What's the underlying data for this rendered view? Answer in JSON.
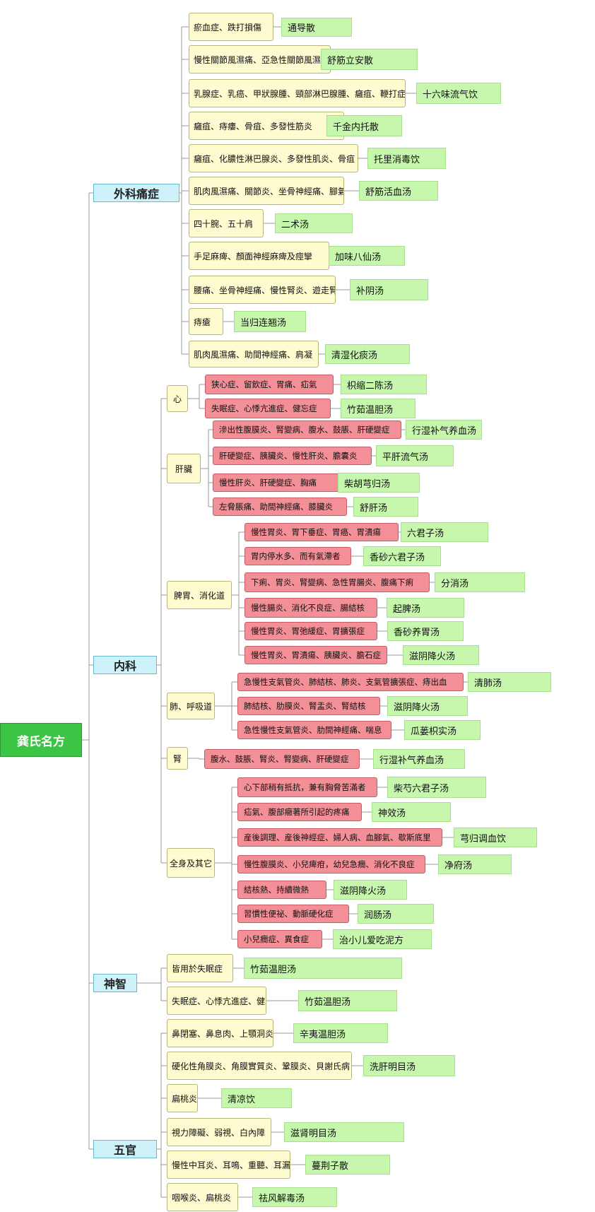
{
  "root": "龚氏名方",
  "categories": [
    {
      "label": "外科痛症",
      "items": [
        {
          "symptom": "瘀血症、跌打損傷",
          "remedy": "通导散"
        },
        {
          "symptom": "慢性關節風濕痛、亞急性關節風濕痛",
          "remedy": "舒筋立安散"
        },
        {
          "symptom": "乳腺症、乳癌、甲狀腺腫、頸部淋巴腺腫、癰疽、鞭打症",
          "remedy": "十六味流气饮"
        },
        {
          "symptom": "癰疽、痔瘻、骨疽、多發性筋炎",
          "remedy": "千金内托散"
        },
        {
          "symptom": "癰疽、化膿性淋巴腺炎、多發性肌炎、骨疽",
          "remedy": "托里消毒饮"
        },
        {
          "symptom": "肌肉風濕痛、關節炎、坐骨神經痛、腳氣",
          "remedy": "舒筋活血汤"
        },
        {
          "symptom": "四十腕、五十肩",
          "remedy": "二术汤"
        },
        {
          "symptom": "手足麻痺、顏面神經麻痺及痙攣",
          "remedy": "加味八仙汤"
        },
        {
          "symptom": "腰痛、坐骨神經痛、慢性腎炎、遊走腎",
          "remedy": "补阴汤"
        },
        {
          "symptom": "痔瘡",
          "remedy": "当归连翘汤"
        },
        {
          "symptom": "肌肉風濕痛、助間神經痛、肩凝",
          "remedy": "清湿化痰汤"
        }
      ]
    },
    {
      "label": "内科",
      "groups": [
        {
          "label": "心",
          "items": [
            {
              "symptom": "狭心症、留飲症、胃痛、疝氣",
              "remedy": "枳缩二陈汤"
            },
            {
              "symptom": "失眠症、心悸亢進症、健忘症",
              "remedy": "竹茹温胆汤"
            }
          ]
        },
        {
          "label": "肝臟",
          "items": [
            {
              "symptom": "滲出性腹膜炎、腎變病、腹水、鼓脹、肝硬變症",
              "remedy": "行湿补气养血汤"
            },
            {
              "symptom": "肝硬變症、胰臟炎、慢性肝炎、膽囊炎",
              "remedy": "平肝流气汤"
            },
            {
              "symptom": "慢性肝炎、肝硬變症、胸痛",
              "remedy": "柴胡芎归汤"
            },
            {
              "symptom": "左脅脹痛、助間神經痛、膝臟炎",
              "remedy": "舒肝汤"
            }
          ]
        },
        {
          "label": "脾胃、消化道",
          "items": [
            {
              "symptom": "慢性胃炎、胃下垂症、胃癌、胃潰瘍",
              "remedy": "六君子汤"
            },
            {
              "symptom": "胃内停水多、而有氣滯者",
              "remedy": "香砂六君子汤"
            },
            {
              "symptom": "下痢、胃炎、腎變病、急性胃腸炎、腹痛下痢",
              "remedy": "分消汤"
            },
            {
              "symptom": "慢性腸炎、消化不良症、腸結核",
              "remedy": "起脾汤"
            },
            {
              "symptom": "慢性胃炎、胃弛緩症、胃擴張症",
              "remedy": "香砂养胃汤"
            },
            {
              "symptom": "慢性胃炎、胃潰瘍、胰臟炎、膽石症",
              "remedy": "滋阴降火汤"
            }
          ]
        },
        {
          "label": "肺、呼吸道",
          "items": [
            {
              "symptom": "急慢性支氣管炎、肺結核、肺炎、支氣管擴張症、痔出血",
              "remedy": "清肺汤"
            },
            {
              "symptom": "肺結核、肋膜炎、腎盂炎、腎結核",
              "remedy": "滋阴降火汤"
            },
            {
              "symptom": "急性慢性支氣管炎、肋間神經痛、喘息",
              "remedy": "瓜蒌枳实汤"
            }
          ]
        },
        {
          "label": "腎",
          "items": [
            {
              "symptom": "腹水、鼓脹、腎炎、腎變病、肝硬變症",
              "remedy": "行湿补气养血汤"
            }
          ]
        },
        {
          "label": "全身及其它",
          "items": [
            {
              "symptom": "心下部稍有抵抗，兼有胸脅苦滿者",
              "remedy": "柴芍六君子汤"
            },
            {
              "symptom": "疝氣、腹部癥著所引起的疼痛",
              "remedy": "神效汤"
            },
            {
              "symptom": "産後調理、産後神經症、婦人病、血腳氣、歇斯底里",
              "remedy": "芎归调血饮"
            },
            {
              "symptom": "慢性腹膜炎、小兒痺疳，幼兒急癇、消化不良症",
              "remedy": "净府汤"
            },
            {
              "symptom": "結核熱、持續微熱",
              "remedy": "滋阴降火汤"
            },
            {
              "symptom": "習慣性便祕、動脈硬化症",
              "remedy": "润肠汤"
            },
            {
              "symptom": "小兒癇症、異食症",
              "remedy": "治小儿爱吃泥方"
            }
          ]
        }
      ]
    },
    {
      "label": "神智",
      "items": [
        {
          "symptom": "皆用於失眠症",
          "remedy": "竹茹温胆汤"
        },
        {
          "symptom": "失眠症、心悸亢進症、健忘症",
          "remedy": "竹茹温胆汤"
        }
      ]
    },
    {
      "label": "五官",
      "items": [
        {
          "symptom": "鼻閉塞、鼻息肉、上顎洞炎",
          "remedy": "辛夷温胆汤"
        },
        {
          "symptom": "硬化性角膜炎、角膜實質炎、鞏膜炎、貝謝氏病",
          "remedy": "洗肝明目汤"
        },
        {
          "symptom": "扁桃炎",
          "remedy": "清凉饮"
        },
        {
          "symptom": "視力障礙、弱視、白內障",
          "remedy": "滋肾明目汤"
        },
        {
          "symptom": "慢性中耳炎、耳鳴、重聽、耳漏",
          "remedy": "蔓荆子散"
        },
        {
          "symptom": "咽喉炎、扁桃炎",
          "remedy": "祛风解毒汤"
        }
      ]
    }
  ]
}
